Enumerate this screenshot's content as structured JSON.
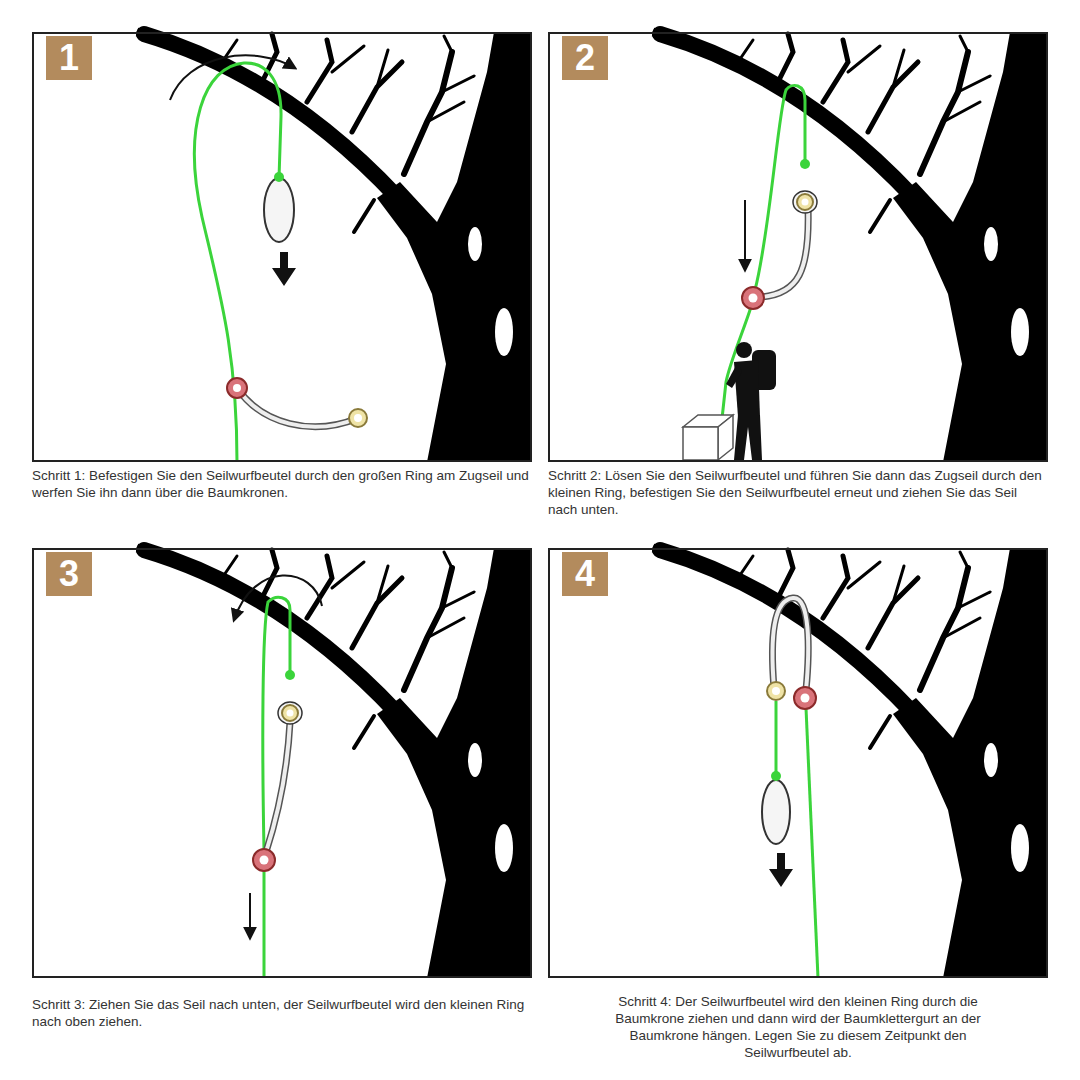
{
  "diagram": {
    "nodes": [
      {
        "text": [
          "Schritt 1: Befestigen Sie den Seilwurfbeutel durch den großen Ring am Zugseil und werfen Sie ihn dann über die Baumkronen."
        ]
      },
      {
        "text": [
          "1"
        ],
        "in": 0
      },
      {
        "text": [
          "Schritt 2: Lösen Sie den Seilwurfbeutel und führen Sie dann das Zugseil durch den kleinen Ring, befestigen Sie den Seilwurfbeutel erneut und ziehen Sie das Seil nach unten."
        ]
      },
      {
        "text": [
          "2"
        ],
        "in": 2
      },
      {
        "text": [
          "Schritt 3: Ziehen Sie das Seil nach unten, der Seilwurfbeutel wird den kleinen Ring nach oben ziehen."
        ]
      },
      {
        "text": [
          "3"
        ],
        "in": 4
      },
      {
        "text": [
          "Schritt 4: Der Seilwurfbeutel wird den kleinen Ring durch die Baumkrone ziehen und dann wird der Baumklettergurt an der Baumkrone hängen. Legen Sie zu diesem Zeitpunkt den Seilwurfbeutel ab."
        ]
      },
      {
        "text": [
          "4"
        ],
        "in": 6
      }
    ]
  }
}
